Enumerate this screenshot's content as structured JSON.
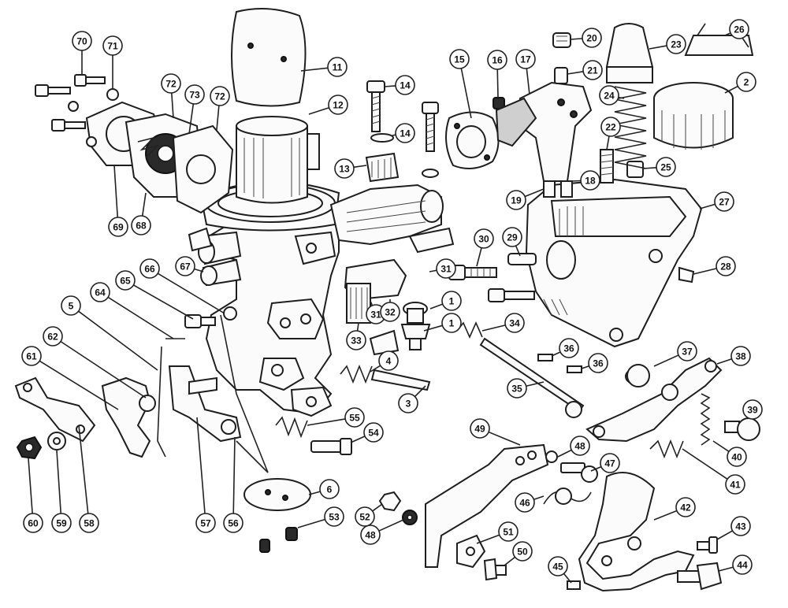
{
  "diagram": {
    "callouts": [
      {
        "id": "1",
        "label": "1"
      },
      {
        "id": "1b",
        "label": "1"
      },
      {
        "id": "2",
        "label": "2"
      },
      {
        "id": "3",
        "label": "3"
      },
      {
        "id": "4",
        "label": "4"
      },
      {
        "id": "5",
        "label": "5"
      },
      {
        "id": "6",
        "label": "6"
      },
      {
        "id": "11",
        "label": "11"
      },
      {
        "id": "12",
        "label": "12"
      },
      {
        "id": "13",
        "label": "13"
      },
      {
        "id": "14",
        "label": "14"
      },
      {
        "id": "14b",
        "label": "14"
      },
      {
        "id": "15",
        "label": "15"
      },
      {
        "id": "16",
        "label": "16"
      },
      {
        "id": "17",
        "label": "17"
      },
      {
        "id": "18",
        "label": "18"
      },
      {
        "id": "19",
        "label": "19"
      },
      {
        "id": "20",
        "label": "20"
      },
      {
        "id": "21",
        "label": "21"
      },
      {
        "id": "22",
        "label": "22"
      },
      {
        "id": "23",
        "label": "23"
      },
      {
        "id": "24",
        "label": "24"
      },
      {
        "id": "25",
        "label": "25"
      },
      {
        "id": "26",
        "label": "26"
      },
      {
        "id": "27",
        "label": "27"
      },
      {
        "id": "28",
        "label": "28"
      },
      {
        "id": "29",
        "label": "29"
      },
      {
        "id": "30",
        "label": "30"
      },
      {
        "id": "31",
        "label": "31"
      },
      {
        "id": "31b",
        "label": "31"
      },
      {
        "id": "32",
        "label": "32"
      },
      {
        "id": "33",
        "label": "33"
      },
      {
        "id": "34",
        "label": "34"
      },
      {
        "id": "35",
        "label": "35"
      },
      {
        "id": "36",
        "label": "36"
      },
      {
        "id": "36b",
        "label": "36"
      },
      {
        "id": "37",
        "label": "37"
      },
      {
        "id": "38",
        "label": "38"
      },
      {
        "id": "39",
        "label": "39"
      },
      {
        "id": "40",
        "label": "40"
      },
      {
        "id": "41",
        "label": "41"
      },
      {
        "id": "42",
        "label": "42"
      },
      {
        "id": "43",
        "label": "43"
      },
      {
        "id": "44",
        "label": "44"
      },
      {
        "id": "45",
        "label": "45"
      },
      {
        "id": "46",
        "label": "46"
      },
      {
        "id": "47",
        "label": "47"
      },
      {
        "id": "48",
        "label": "48"
      },
      {
        "id": "48b",
        "label": "48"
      },
      {
        "id": "49",
        "label": "49"
      },
      {
        "id": "50",
        "label": "50"
      },
      {
        "id": "51",
        "label": "51"
      },
      {
        "id": "52",
        "label": "52"
      },
      {
        "id": "53",
        "label": "53"
      },
      {
        "id": "54",
        "label": "54"
      },
      {
        "id": "55",
        "label": "55"
      },
      {
        "id": "56",
        "label": "56"
      },
      {
        "id": "57",
        "label": "57"
      },
      {
        "id": "58",
        "label": "58"
      },
      {
        "id": "59",
        "label": "59"
      },
      {
        "id": "60",
        "label": "60"
      },
      {
        "id": "61",
        "label": "61"
      },
      {
        "id": "62",
        "label": "62"
      },
      {
        "id": "64",
        "label": "64"
      },
      {
        "id": "65",
        "label": "65"
      },
      {
        "id": "66",
        "label": "66"
      },
      {
        "id": "67",
        "label": "67"
      },
      {
        "id": "68",
        "label": "68"
      },
      {
        "id": "69",
        "label": "69"
      },
      {
        "id": "70",
        "label": "70"
      },
      {
        "id": "71",
        "label": "71"
      },
      {
        "id": "72",
        "label": "72"
      },
      {
        "id": "72b",
        "label": "72"
      },
      {
        "id": "73",
        "label": "73"
      }
    ]
  }
}
